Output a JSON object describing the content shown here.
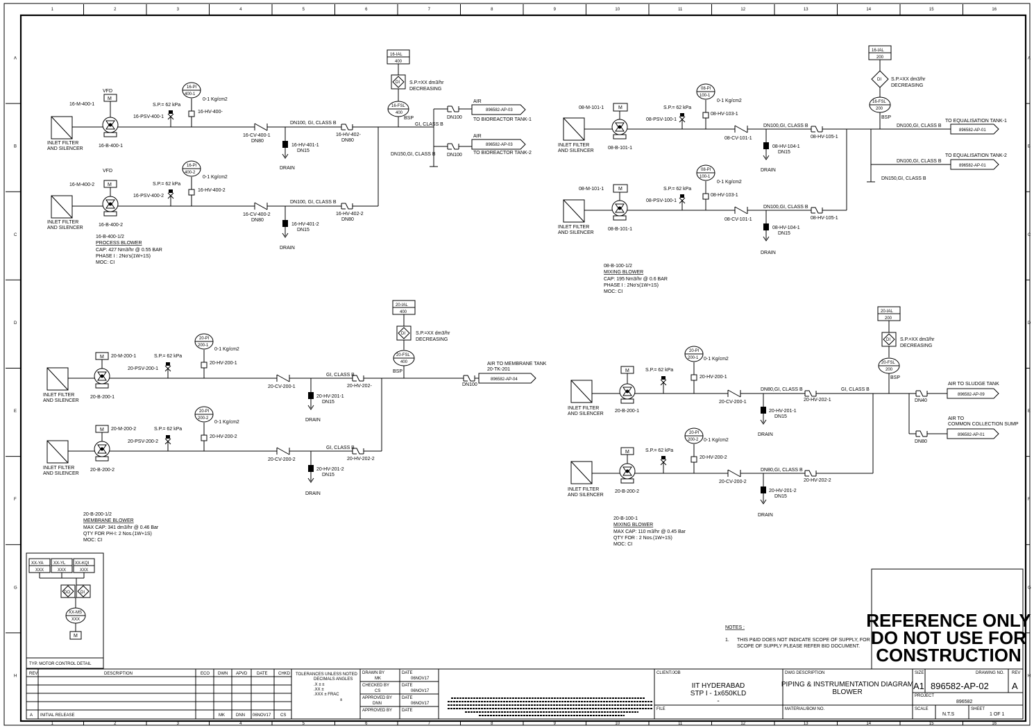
{
  "colors": {
    "line": "#000000",
    "background": "#ffffff"
  },
  "border": {
    "col_numbers": [
      "1",
      "2",
      "3",
      "4",
      "5",
      "6",
      "7",
      "8",
      "9",
      "10",
      "11",
      "12",
      "13",
      "14",
      "15",
      "16"
    ],
    "row_letters": [
      "A",
      "B",
      "C",
      "D",
      "E",
      "F",
      "G",
      "H"
    ]
  },
  "sec1": {
    "vfd1": "VFD",
    "m1_tag": "16-M-400-1",
    "m_label": "M",
    "pi1_a": "16-PI",
    "pi1_b": "400-1",
    "pi1_range": "0-1 Kg/cm2",
    "sp1": "S.P.= 62 kPa",
    "psv1": "16-PSV-400-1",
    "hv1": "16-HV-400-",
    "inlet1_a": "INLET FILTER",
    "inlet1_b": "AND SILENCER",
    "blower1": "16-B-400-1",
    "cv1": "16-CV-400-1",
    "cv1_dn": "DN80",
    "pipe1": "DN100, GI, CLASS B",
    "hv402_1": "16-HV-402-",
    "hv402_1dn": "DN80",
    "hv401_1": "16-HV-401-1",
    "hv401_1dn": "DN15",
    "drain": "DRAIN",
    "ial_a": "16-IAL",
    "ial_b": "400",
    "di": "DI",
    "sp_di": "S.P.=XX dm3/hr",
    "decr": "DECREASING",
    "fsl_a": "16-FSL",
    "fsl_b": "400",
    "bsp": "BSP",
    "class_b": "GI, CLASS B",
    "air": "AIR",
    "dn100": "DN100",
    "ap03": "896582-AP-03",
    "to_bio1": "TO BIOREACTOR TANK-1",
    "to_bio2": "TO BIOREACTOR TANK-2",
    "dn150": "DN150,GI, CLASS B",
    "vfd2": "VFD",
    "m2_tag": "16-M-400-2",
    "pi2_a": "16-PI",
    "pi2_b": "400-2",
    "pi2_range": "0-1 Kg/cm2",
    "sp2": "S.P.= 62 kPa",
    "psv2": "16-PSV-400-2",
    "hv2": "16-HV-400-2",
    "blower2": "16-B-400-2",
    "cv2": "16-CV-400-2",
    "cv2_dn": "DN80",
    "pipe2": "DN100, GI, CLASS B",
    "hv402_2": "16-HV-402-2",
    "hv402_2dn": "DN80",
    "hv401_2": "16-HV-401-2",
    "hv401_2dn": "DN15",
    "spec_tag": "16-B-400-1/2",
    "spec_name": "PROCESS BLOWER",
    "spec_cap": "CAP: 427 Nm3/hr @ 0.55 BAR",
    "spec_phase": "PHASE I : 2No's(1W+1S)",
    "spec_moc": "MOC: CI"
  },
  "sec2": {
    "m1_tag": "08-M-101-1",
    "m_label": "M",
    "pi1_a": "08-PI",
    "pi1_b": "100-1",
    "pi1_range": "0-1 Kg/cm2",
    "sp": "S.P.= 62 kPa",
    "psv": "08-PSV-100-1",
    "hv103": "08-HV-103-1",
    "inlet_a": "INLET FILTER",
    "inlet_b": "AND SILENCER",
    "blower": "08-B-101-1",
    "cv": "08-CV-101-1",
    "pipe": "DN100,GI, CLASS B",
    "hv104": "08-HV-104-1",
    "dn15": "DN15",
    "hv105": "08-HV-105-1",
    "drain": "DRAIN",
    "pi2_a": "08-PI",
    "pi2_b": "100-1",
    "pi2_range": "0-1 Kg/cm2",
    "ial_a": "16-IAL",
    "ial_b": "200",
    "di": "DI",
    "sp_di": "S.P.=XX dm3/hr",
    "decr": "DECREASING",
    "fsl_a": "16-FSL",
    "fsl_b": "200",
    "bsp": "BSP",
    "to_eq1": "TO EQUALISATION TANK-1",
    "to_eq2": "TO EQUALISATION TANK-2",
    "ap01": "896582-AP-01",
    "dn150": "DN150,GI, CLASS B",
    "spec_tag": "08-B-100-1/2",
    "spec_name": "MIXING BLOWER",
    "spec_cap": "CAP: 195 Nm3/hr @ 0.6 BAR",
    "spec_phase": "PHASE I : 2No's(1W+1S)",
    "spec_moc": "MOC: CI"
  },
  "sec3": {
    "m1_tag": "20-M-200-1",
    "m2_tag": "20-M-200-2",
    "m_label": "M",
    "pi1_a": "20-PI",
    "pi1_b": "200-1",
    "pi2_a": "20-PI",
    "pi2_b": "200-2",
    "range": "0-1 Kg/cm2",
    "sp": "S.P.= 62 kPa",
    "psv1": "20-PSV-200-1",
    "psv2": "20-PSV-200-2",
    "hv1": "20-HV-200-1",
    "hv2": "20-HV-200-2",
    "inlet_a": "INLET FILTER",
    "inlet_b": "AND SILENCER",
    "blower1": "20-B-200-1",
    "blower2": "20-B-200-2",
    "cv1": "20-CV-200-1",
    "cv2": "20-CV-200-2",
    "hv201_1": "20-HV-201-1",
    "hv201_2": "20-HV-201-2",
    "dn15": "DN15",
    "drain": "DRAIN",
    "class_b": "GI, CLASS B",
    "hv202_1": "20-HV-202-",
    "hv202_2": "20-HV-202-2",
    "ial_a": "20-IAL",
    "ial_b": "400",
    "di": "DI",
    "sp_di": "S.P.=XX dm3/hr",
    "decr": "DECREASING",
    "fsl_a": "20-FSL",
    "fsl_b": "400",
    "bsp": "BSP",
    "to_mem": "AIR TO MEMBRANE TANK",
    "to_mem2": "20-TK-201",
    "dn100": "DN100",
    "ap04": "896582-AP-04",
    "spec_tag": "20-B-200-1/2",
    "spec_name": "MEMBRANE BLOWER",
    "spec_cap": "MAX CAP: 341 dm3/hr @ 0.46 Bar",
    "spec_qty": "QTY FOR PH-I: 2 Nos.(1W+1S)",
    "spec_moc": "MOC: CI"
  },
  "sec4": {
    "m_label": "M",
    "sp": "S.P.= 62 kPa",
    "pi1_a": "20-PI",
    "pi1_b": "200-1",
    "pi2_a": "20-PI",
    "pi2_b": "200-2",
    "range": "0-1 Kg/cm2",
    "hv1": "20-HV-200-1",
    "hv2": "20-HV-200-2",
    "inlet_a": "INLET FILTER",
    "inlet_b": "AND SILENCER",
    "blower1": "20-B-200-1",
    "blower2": "20-B-200-2",
    "cv1": "20-CV-200-1",
    "cv2": "20-CV-200-2",
    "pipe": "DN80,GI, CLASS B",
    "class_b": "GI, CLASS B",
    "hv201_1": "20-HV-201-1",
    "hv201_2": "20-HV-201-2",
    "dn15": "DN15",
    "drain": "DRAIN",
    "hv202_1": "20-HV-202-1",
    "hv202_2": "20-HV-202-2",
    "ial_a": "20-IAL",
    "ial_b": "200",
    "di": "DI",
    "sp_di": "S.P.=XX dm3/hr",
    "decr": "DECREASING",
    "fsl_a": "20-FSL",
    "fsl_b": "200",
    "bsp": "BSP",
    "to_sludge": "AIR TO SLUDGE TANK",
    "ap09": "896582-AP-09",
    "dn40": "DN40",
    "to_common_a": "AIR TO",
    "to_common_b": "COMMON COLLECTION SUMP",
    "ap01": "896582-AP-01",
    "dn80": "DN80",
    "spec_tag": "20-B-100-1",
    "spec_name": "MIXING BLOWER",
    "spec_cap": "MAX CAP: 110 m3/hr @ 0.45 Bar",
    "spec_qty": "QTY FOR : 2 Nos.(1W+1S)",
    "spec_moc": "MOC: CI"
  },
  "legend": {
    "ya_a": "XX-YA",
    "ya_b": "XXX",
    "yl_a": "XX-YL",
    "yl_b": "XXX",
    "kq_a": "XX-KQI",
    "kq_b": "XXX",
    "do": "DO",
    "di": "DI",
    "ms_a": "XX-MS",
    "ms_b": "XXX",
    "m": "M",
    "caption": "TYP. MOTOR CONTROL DETAIL"
  },
  "notes": {
    "title": "NOTES :",
    "n1_num": "1.",
    "n1_a": "THIS P&ID DOES NOT INDICATE SCOPE OF SUPPLY, FOR",
    "n1_b": "SCOPE OF SUPPLY PLEASE REFER BID DOCUMENT."
  },
  "stamp": {
    "line1": "REFERENCE ONLY",
    "line2": "DO NOT USE FOR",
    "line3": "CONSTRUCTION"
  },
  "title_block": {
    "rev_h": "REV",
    "desc_h": "DESCRIPTION",
    "eco_h": "ECO",
    "dwn_h": "DWN",
    "apvd_h": "APVD",
    "date_h": "DATE",
    "chkd_h": "CHKD",
    "rev_a": "A",
    "rev_a_desc": "INITIAL RELEASE",
    "rev_a_dwn": "MK",
    "rev_a_apvd": "DNN",
    "rev_a_date": "06NOV17",
    "rev_a_chkd": "CS",
    "tol_1": "TOLERANCES UNLESS NOTED",
    "tol_2": "DECIMALS      ANGLES",
    "tol_3": ".X ±            ±",
    "tol_4": ".XX ±",
    "tol_5": ".XXX ±        FRAC",
    "tol_6": "±",
    "drawn_by_h": "DRAWN BY",
    "drawn_by": "MK",
    "checked_by_h": "CHECKED BY",
    "checked_by": "CS",
    "approved_by_h": "APPROVED BY",
    "approved_by": "DNN",
    "approved_by2_h": "APPROVED BY",
    "date_h2": "DATE",
    "date1": "06NOV17",
    "date2": "06NOV17",
    "date3": "06NOV17",
    "client_h": "CLIENT/JOB",
    "client1": "IIT HYDERABAD",
    "client2": "STP I - 1x650KLD",
    "client3": "-",
    "file_h": "FILE",
    "dwg_desc_h": "DWG DESCRIPTION",
    "dwg_desc1": "PIPING & INSTRUMENTATION DIAGRAM",
    "dwg_desc2": "BLOWER",
    "material_h": "MATERIAL/BOM NO.",
    "size_h": "SIZE",
    "size": "A1",
    "drawing_no_h": "DRAWING NO.",
    "drawing_no": "896582-AP-02",
    "rev_h2": "REV",
    "rev": "A",
    "project_h": "PROJECT",
    "project": "896582",
    "scale_h": "SCALE",
    "scale": "N.T.S",
    "sheet_h": "SHEET",
    "sheet": "1 OF 1"
  }
}
